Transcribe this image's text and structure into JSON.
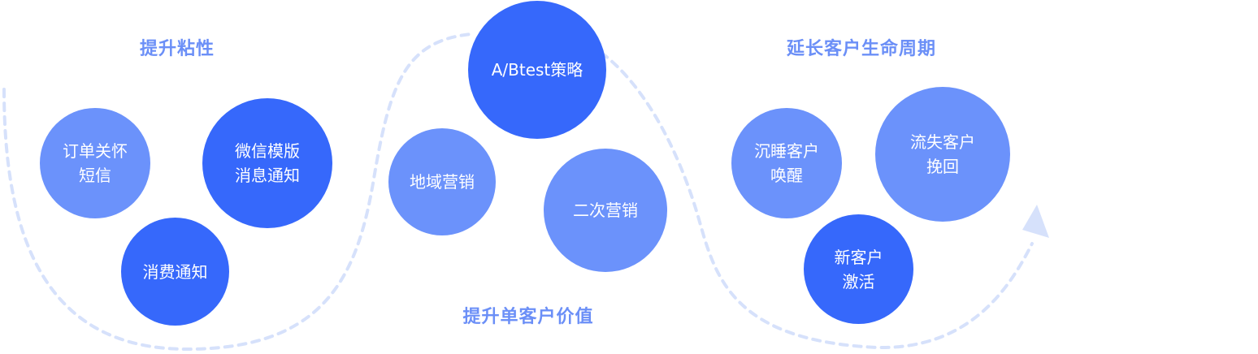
{
  "colors": {
    "light_bubble": "#6b92fb",
    "dark_bubble": "#3668fb",
    "heading": "#6b8ff7",
    "dashed_path": "#d6e1fb",
    "arrow_head": "#d6e1fb"
  },
  "headings": {
    "stickiness": "提升粘性",
    "single_value": "提升单客户价值",
    "lifecycle": "延长客户生命周期"
  },
  "bubbles": {
    "order_care_line1": "订单关怀",
    "order_care_line2": "短信",
    "wechat_line1": "微信模版",
    "wechat_line2": "消息通知",
    "consume_notice": "消费通知",
    "abtest": "A/Btest策略",
    "regional": "地域营销",
    "secondary": "二次营销",
    "dormant_line1": "沉睡客户",
    "dormant_line2": "唤醒",
    "lost_line1": "流失客户",
    "lost_line2": "挽回",
    "new_line1": "新客户",
    "new_line2": "激活"
  }
}
